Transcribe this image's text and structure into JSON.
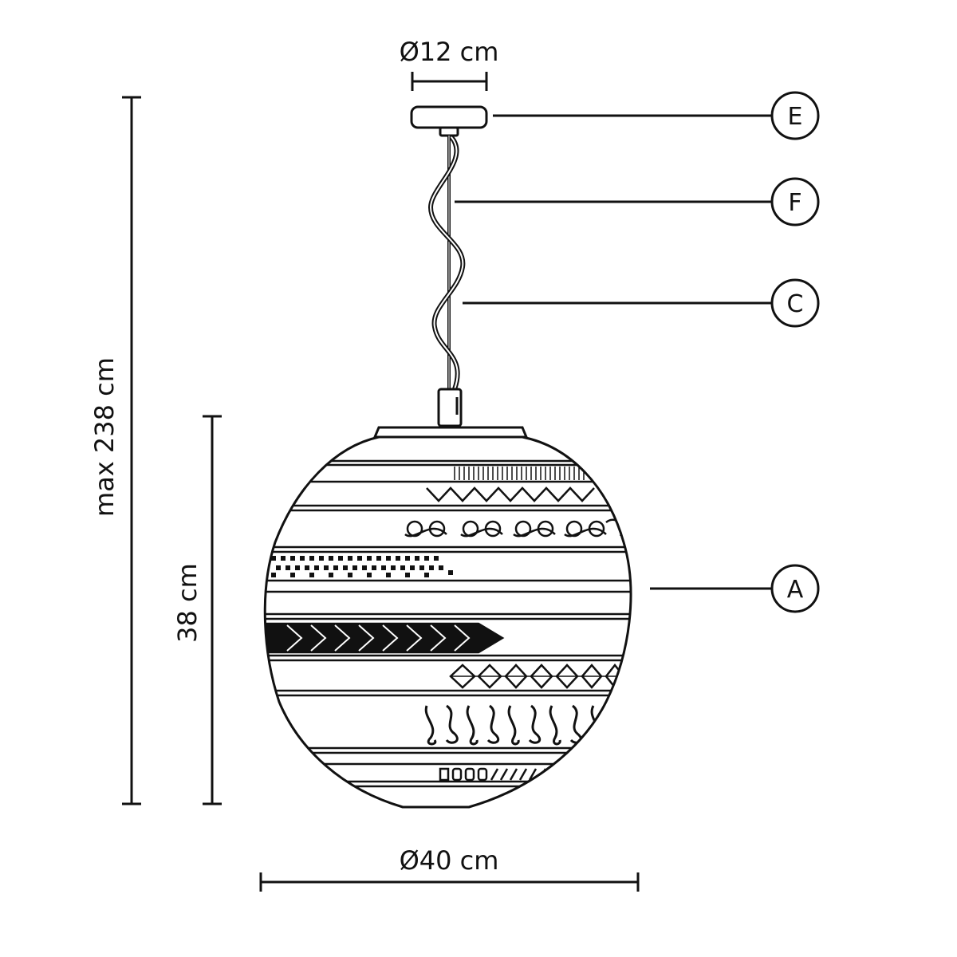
{
  "colors": {
    "line": "#111111",
    "background": "#ffffff"
  },
  "dimensions": {
    "canopy_diameter": "Ø12 cm",
    "max_height": "max 238 cm",
    "shade_height": "38 cm",
    "shade_diameter": "Ø40 cm"
  },
  "callouts": [
    {
      "letter": "E",
      "part": "canopy"
    },
    {
      "letter": "F",
      "part": "suspension-cable"
    },
    {
      "letter": "C",
      "part": "electric-cable"
    },
    {
      "letter": "A",
      "part": "glass-shade"
    }
  ]
}
